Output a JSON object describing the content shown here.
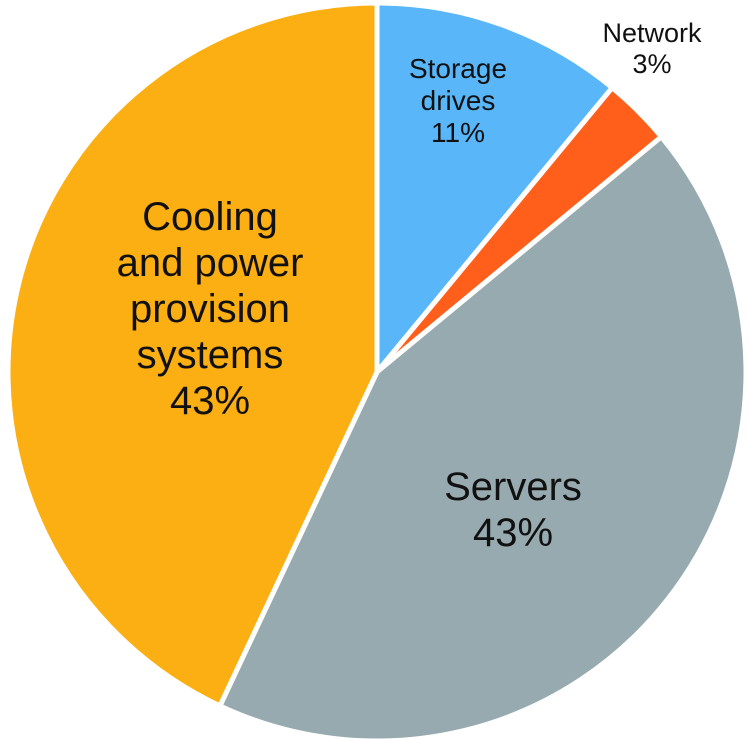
{
  "chart_data": {
    "type": "pie",
    "start": "top",
    "direction": "clockwise",
    "slices": [
      {
        "label": "Storage drives",
        "lines": [
          "Storage",
          "drives"
        ],
        "percent_label": "11%",
        "value": 11,
        "color": "#58B6F9"
      },
      {
        "label": "Network",
        "lines": [
          "Network"
        ],
        "percent_label": "3%",
        "value": 3,
        "color": "#FF5F1A"
      },
      {
        "label": "Servers",
        "lines": [
          "Servers"
        ],
        "percent_label": "43%",
        "value": 43,
        "color": "#97AAAF"
      },
      {
        "label": "Cooling and power provision systems",
        "lines": [
          "Cooling",
          "and power",
          "provision",
          "systems"
        ],
        "percent_label": "43%",
        "value": 43,
        "color": "#FBAF12"
      }
    ]
  }
}
